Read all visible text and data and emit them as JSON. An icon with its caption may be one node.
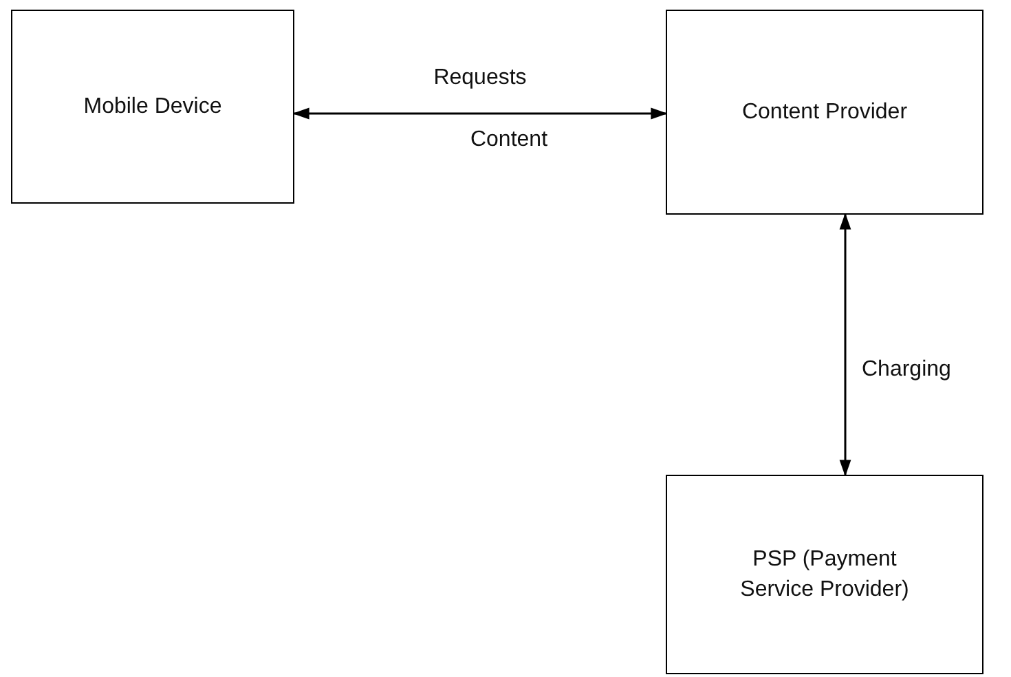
{
  "diagram": {
    "nodes": [
      {
        "text": [
          "Mobile Device"
        ]
      },
      {
        "text": [
          "Content Provider"
        ]
      },
      {
        "text": [
          "PSP (Payment Service Provider)"
        ]
      }
    ],
    "edges": [
      {
        "from": 0,
        "to": 1,
        "arrow": "both",
        "label": "Requests"
      },
      {
        "from": 1,
        "to": 2,
        "arrow": "both",
        "label": "Charging"
      }
    ],
    "labels": [
      "Content"
    ]
  }
}
